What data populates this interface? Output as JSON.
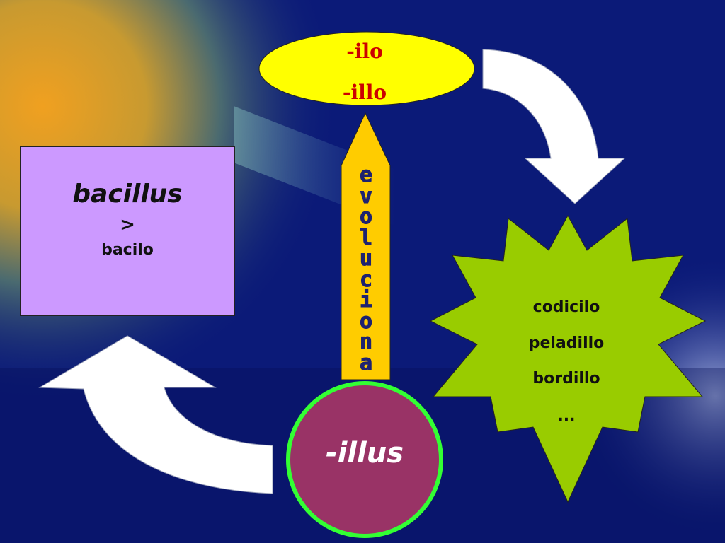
{
  "colors": {
    "background": "#0a1a7a",
    "box": "#cc99ff",
    "oval": "#ffff00",
    "pencil": "#ffcc00",
    "star": "#99cc00",
    "circle": "#993366",
    "circle_border": "#33ff33",
    "arrow": "#ffffff",
    "oval_text": "#cc0000",
    "vertical_text": "#1e2270"
  },
  "box": {
    "title": "bacillus",
    "symbol": ">",
    "result": "bacilo"
  },
  "oval": {
    "line1": "-ilo",
    "line2": "-illo"
  },
  "vertical_word": [
    "e",
    "v",
    "o",
    "l",
    "u",
    "c",
    "i",
    "o",
    "n",
    "a"
  ],
  "star": {
    "items": [
      "codicilo",
      "peladillo",
      "bordillo",
      "..."
    ]
  },
  "circle": {
    "label": "-illus"
  }
}
